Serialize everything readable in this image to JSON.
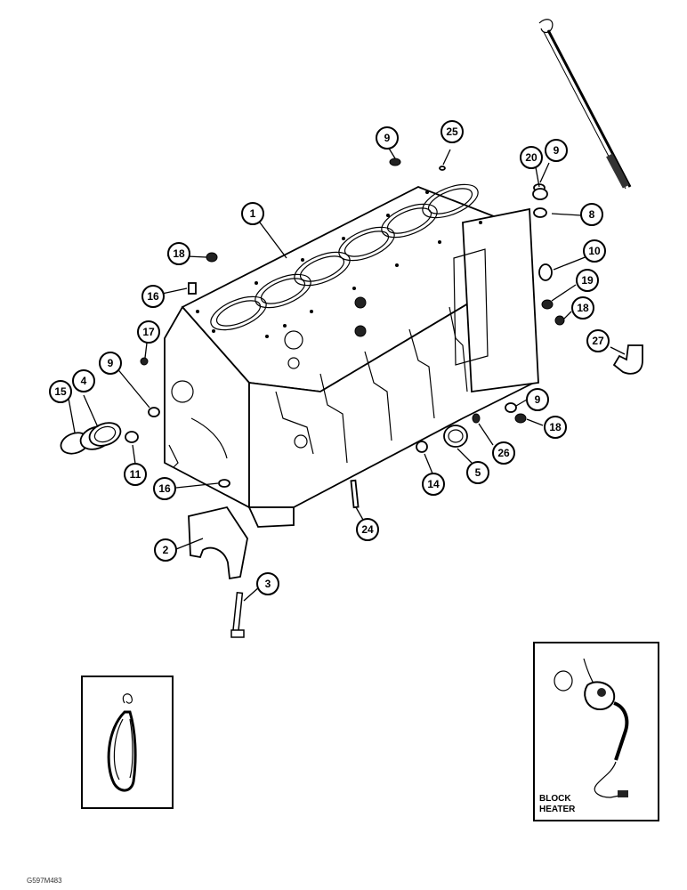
{
  "callouts": {
    "c1": "1",
    "c2": "2",
    "c3": "3",
    "c4": "4",
    "c5": "5",
    "c8": "8",
    "c9a": "9",
    "c9b": "9",
    "c9c": "9",
    "c9d": "9",
    "c10": "10",
    "c11": "11",
    "c14": "14",
    "c15": "15",
    "c16a": "16",
    "c16b": "16",
    "c17": "17",
    "c18a": "18",
    "c18b": "18",
    "c18c": "18",
    "c19": "19",
    "c20": "20",
    "c24": "24",
    "c25": "25",
    "c26": "26",
    "c27": "27"
  },
  "inset": {
    "label_line1": "BLOCK",
    "label_line2": "HEATER"
  },
  "figure_id": "G597M483"
}
